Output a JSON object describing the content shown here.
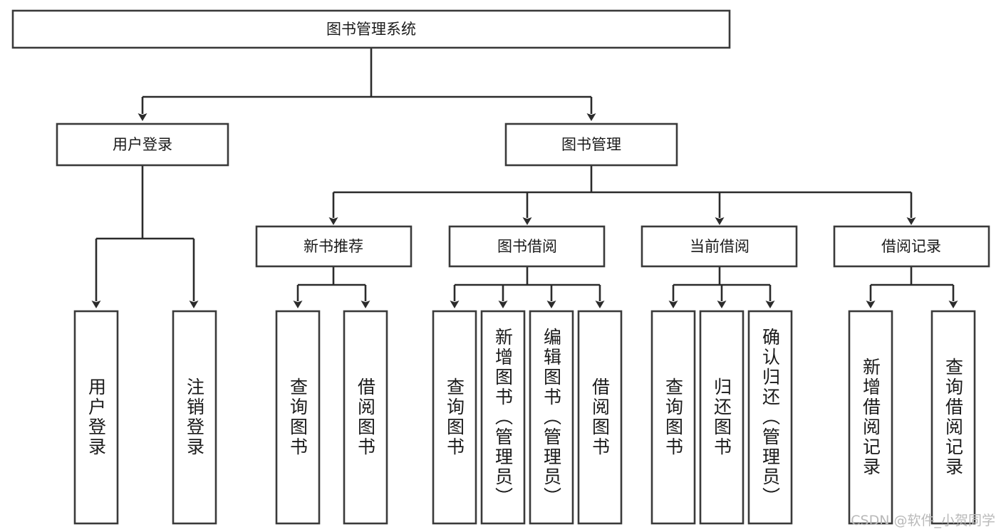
{
  "diagram": {
    "title_text": "图书管理系统",
    "type": "tree-hierarchy-diagram",
    "background_color": "#ffffff",
    "line_color": "#2b2b2b",
    "box_fill": "#ffffff",
    "root": {
      "label": "图书管理系统"
    },
    "level2": [
      {
        "label": "用户登录"
      },
      {
        "label": "图书管理"
      }
    ],
    "level3": [
      {
        "label": "新书推荐"
      },
      {
        "label": "图书借阅"
      },
      {
        "label": "当前借阅"
      },
      {
        "label": "借阅记录"
      }
    ],
    "leaves": {
      "user_login": [
        {
          "label": "用户登录"
        },
        {
          "label": "注销登录"
        }
      ],
      "new_book_recommend": [
        {
          "label": "查询图书"
        },
        {
          "label": "借阅图书"
        }
      ],
      "book_borrow": [
        {
          "label": "查询图书"
        },
        {
          "label": "新增图书（管理员）"
        },
        {
          "label": "编辑图书（管理员）"
        },
        {
          "label": "借阅图书"
        }
      ],
      "current_borrow": [
        {
          "label": "查询图书"
        },
        {
          "label": "归还图书"
        },
        {
          "label": "确认归还（管理员）"
        }
      ],
      "borrow_record": [
        {
          "label": "新增借阅记录"
        },
        {
          "label": "查询借阅记录"
        }
      ]
    }
  },
  "watermark": {
    "text": "CSDN @软件_小贺同学",
    "color": "#b9b9b9"
  }
}
